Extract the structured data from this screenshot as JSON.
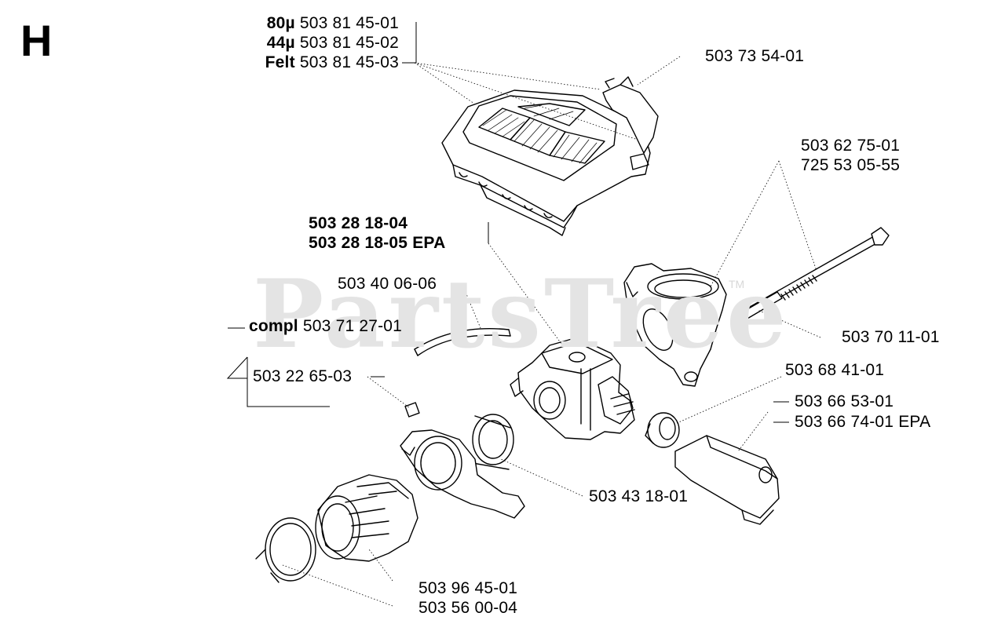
{
  "section_letter": "H",
  "watermark": "PartsTree",
  "watermark_tm": "TM",
  "labels": {
    "filter_80": {
      "prefix": "80µ",
      "code": "503 81 45-01"
    },
    "filter_44": {
      "prefix": "44µ",
      "code": "503 81 45-02"
    },
    "filter_felt": {
      "prefix": "Felt",
      "code": "503 81 45-03"
    },
    "cover_bracket": "503 73 54-01",
    "bolt_a": "503 62 75-01",
    "bolt_b": "725 53 05-55",
    "carb_main": "503 28 18-04",
    "carb_epa": "503 28 18-05 EPA",
    "hose": "503 40 06-06",
    "compl": {
      "prefix": "compl",
      "code": "503 71 27-01"
    },
    "pin": "503 70 11-01",
    "adapter": "503 22 65-03",
    "plug": "503 68 41-01",
    "bracket_a": "503 66 53-01",
    "bracket_b": "503 66 74-01 EPA",
    "intake_ring": "503 43 18-01",
    "boot_a": "503 96 45-01",
    "boot_b": "503 56 00-04"
  }
}
